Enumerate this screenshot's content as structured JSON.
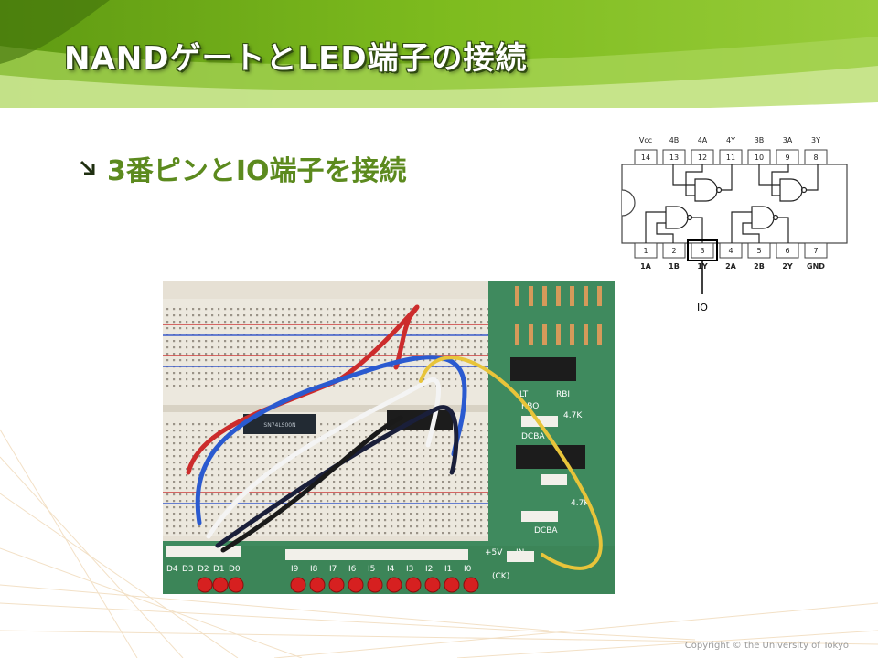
{
  "slide": {
    "title": "NANDゲートとLED端子の接続",
    "bullet": "3番ピンとIO端子を接続",
    "bullet_icon": "arrow-down-right-icon",
    "copyright": "Copyright © the University of Tokyo",
    "colors": {
      "accent_green": "#5c8a1e",
      "banner_green": "#7dbb1e"
    }
  },
  "pinout": {
    "top_labels": [
      "Vcc",
      "4B",
      "4A",
      "4Y",
      "3B",
      "3A",
      "3Y"
    ],
    "top_pins": [
      "14",
      "13",
      "12",
      "11",
      "10",
      "9",
      "8"
    ],
    "bottom_pins": [
      "1",
      "2",
      "3",
      "4",
      "5",
      "6",
      "7"
    ],
    "bottom_labels": [
      "1A",
      "1B",
      "1Y",
      "2A",
      "2B",
      "2Y",
      "GND"
    ],
    "io_label": "IO"
  },
  "photo": {
    "chip_label_1": "SN74LS00N",
    "board_labels": [
      "RBI",
      "4.7K",
      "LT",
      "RBO",
      "DCBA",
      "DCBA",
      "+5V",
      "IN",
      "(CK)",
      "4.7K"
    ],
    "led_labels": [
      "D4",
      "D3",
      "D2",
      "D1",
      "D0",
      "I9",
      "I8",
      "I7",
      "I6",
      "I5",
      "I4",
      "I3",
      "I2",
      "I1",
      "I0"
    ]
  }
}
